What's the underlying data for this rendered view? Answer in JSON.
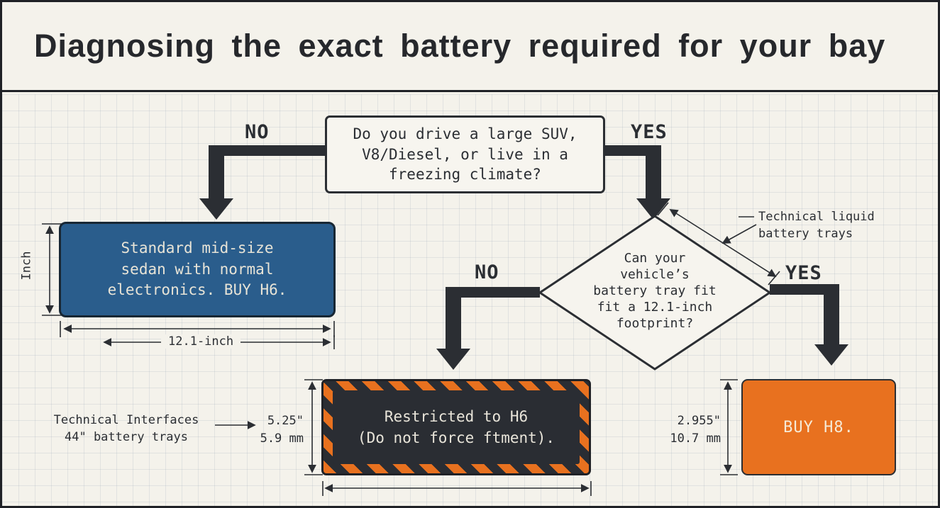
{
  "title": "Diagnosing the exact battery required for your bay",
  "colors": {
    "ink": "#2b2e33",
    "paper": "#f4f2eb",
    "blue_box": "#2a5d8c",
    "orange": "#e8711f",
    "hazard_dark": "#2a2d33",
    "cream_text": "#e8e4d7"
  },
  "flowchart": {
    "question": "Do you drive a large SUV,\nV8/Diesel, or live in a\nfreezing climate?",
    "branch_no_top": "NO",
    "branch_yes_top": "YES",
    "blue_result": "Standard mid-size\nsedan with normal\nelectronics. BUY H6.",
    "diamond_question": "Can your\nvehicle’s\nbattery tray fit\nfit a 12.1-inch\nfootprint?",
    "branch_no_mid": "NO",
    "branch_yes_right": "YES",
    "hazard_result": "Restricted to H6\n(Do not force ftment).",
    "orange_result": "BUY H8."
  },
  "annotations": {
    "inch_axis": "Inch",
    "width_dim": "12.1-inch",
    "tray_note": "Technical liquid\nbattery trays",
    "left_note": "Technical Interfaces\n44\" battery trays",
    "left_dim": "5.25\"\n5.9 mm",
    "right_dim": "2.955\"\n10.7 mm"
  }
}
